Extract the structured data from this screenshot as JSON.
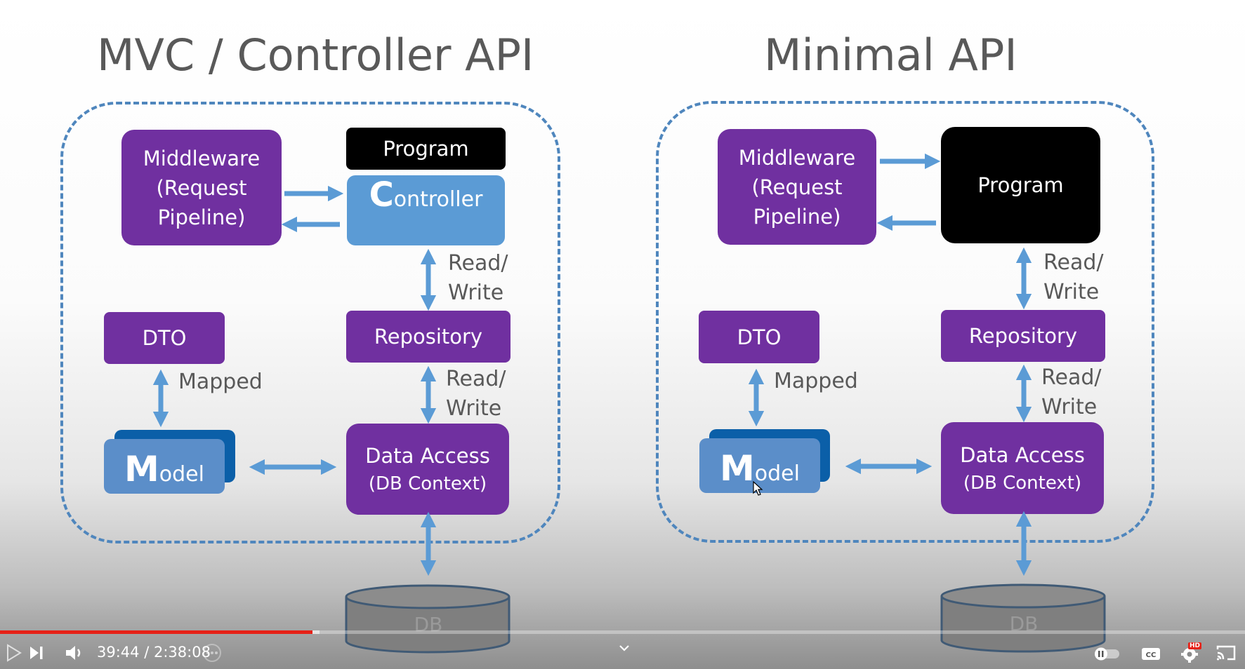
{
  "slide": {
    "left": {
      "title": "MVC / Controller API",
      "middleware": [
        "Middleware",
        "(Request",
        "Pipeline)"
      ],
      "program": "Program",
      "controller_first": "C",
      "controller_rest": "ontroller",
      "read_write_1": [
        "Read/",
        "Write"
      ],
      "dto": "DTO",
      "repository": "Repository",
      "mapped": "Mapped",
      "read_write_2": [
        "Read/",
        "Write"
      ],
      "model_first": "M",
      "model_rest": "odel",
      "data_access": [
        "Data Access",
        "(DB Context)"
      ],
      "db": "DB"
    },
    "right": {
      "title": "Minimal API",
      "middleware": [
        "Middleware",
        "(Request",
        "Pipeline)"
      ],
      "program": "Program",
      "read_write_1": [
        "Read/",
        "Write"
      ],
      "dto": "DTO",
      "repository": "Repository",
      "mapped": "Mapped",
      "read_write_2": [
        "Read/",
        "Write"
      ],
      "model_first": "M",
      "model_rest": "odel",
      "data_access": [
        "Data Access",
        "(DB Context)"
      ],
      "db": "DB"
    }
  },
  "player": {
    "time_current": "39:44",
    "time_separator": " / ",
    "time_total": "2:38:08",
    "progress_played": 0.2512,
    "progress_buffered": 0.2566,
    "hd_badge": "HD",
    "icons": [
      "play-icon",
      "next-icon",
      "volume-icon",
      "chapters-icon",
      "expand-chevron-icon",
      "autoplay-toggle-icon",
      "captions-icon",
      "settings-icon",
      "cast-icon"
    ],
    "colors": {
      "progress": "#e62117",
      "hd_badge": "#e62117"
    }
  },
  "colors": {
    "purple": "#7030a0",
    "controller_blue": "#5b9bd5",
    "model_dark": "#0b5fa8",
    "model_light": "#5b8ec9",
    "arrow_blue": "#5b9bd5",
    "dashed_border": "#4f86bd",
    "db_gray": "#808080"
  }
}
